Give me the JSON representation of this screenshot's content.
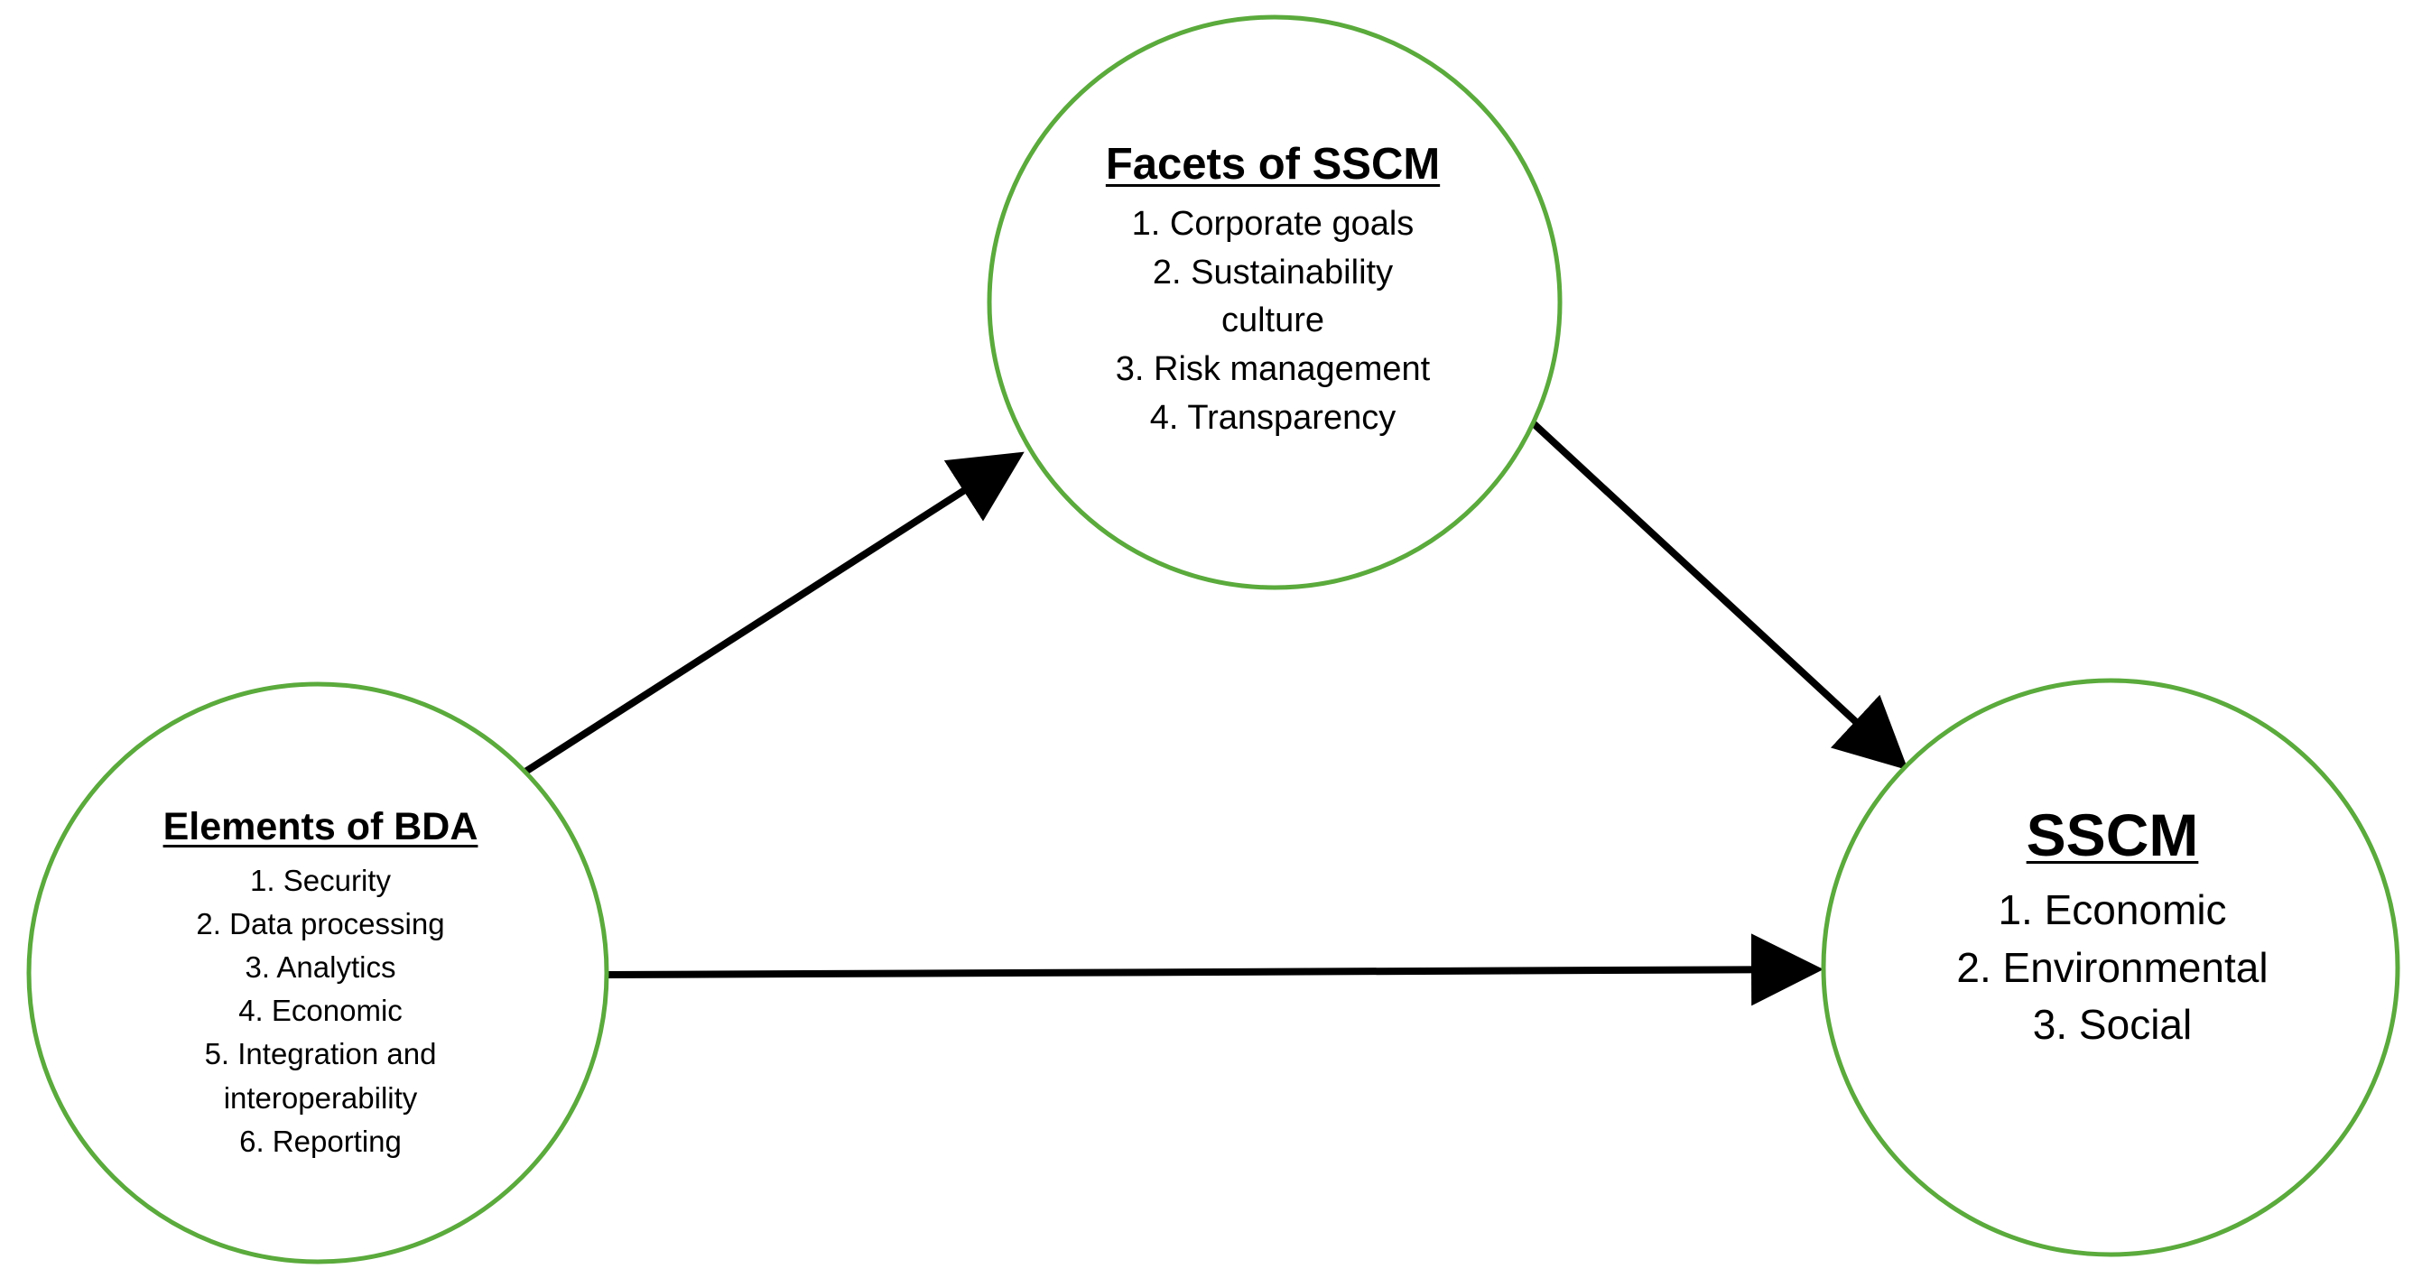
{
  "diagram": {
    "colors": {
      "circle_stroke": "#5aaa3c",
      "arrow": "#000000",
      "text": "#000000",
      "background": "#ffffff"
    },
    "nodes": {
      "bda": {
        "title": "Elements of BDA",
        "items": [
          "1. Security",
          "2. Data processing",
          "3. Analytics",
          "4. Economic",
          "5. Integration and",
          "interoperability",
          "6. Reporting"
        ]
      },
      "facets": {
        "title": "Facets of SSCM",
        "items": [
          "1. Corporate goals",
          "2. Sustainability",
          "culture",
          "3. Risk management",
          "4. Transparency"
        ]
      },
      "sscm": {
        "title": "SSCM",
        "items": [
          "1. Economic",
          "2. Environmental",
          "3. Social"
        ]
      }
    },
    "edges": [
      {
        "from": "bda",
        "to": "facets"
      },
      {
        "from": "facets",
        "to": "sscm"
      },
      {
        "from": "bda",
        "to": "sscm"
      }
    ]
  }
}
